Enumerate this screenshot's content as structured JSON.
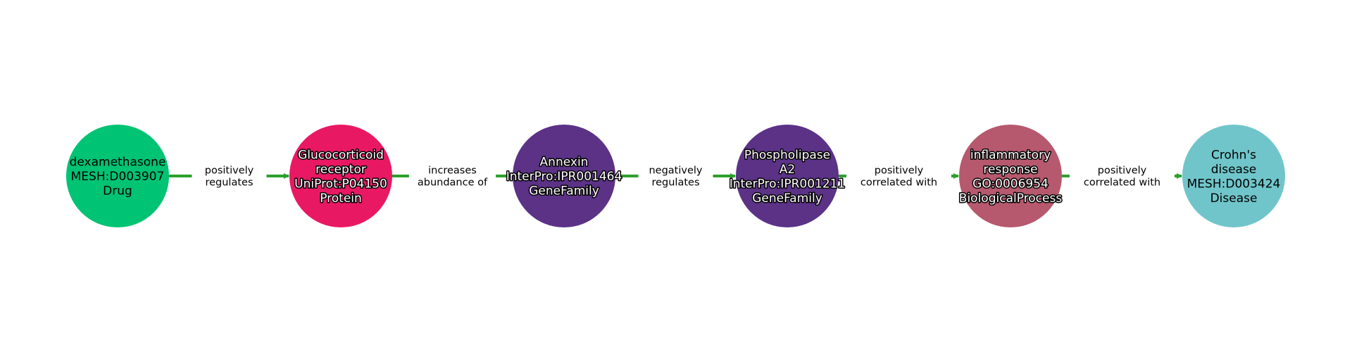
{
  "edge_color": "#2ca02c",
  "nodes": [
    {
      "lines": [
        "dexamethasone",
        "MESH:D003907",
        "Drug"
      ],
      "color": "#00c373",
      "text_style": "plain"
    },
    {
      "lines": [
        "Glucocorticoid",
        "receptor",
        "UniProt:P04150",
        "Protein"
      ],
      "color": "#e91863",
      "text_style": "outlined"
    },
    {
      "lines": [
        "Annexin",
        "InterPro:IPR001464",
        "GeneFamily"
      ],
      "color": "#5b3286",
      "text_style": "outlined"
    },
    {
      "lines": [
        "Phospholipase",
        "A2",
        "InterPro:IPR001211",
        "GeneFamily"
      ],
      "color": "#5b3286",
      "text_style": "outlined"
    },
    {
      "lines": [
        "inflammatory",
        "response",
        "GO:0006954",
        "BiologicalProcess"
      ],
      "color": "#b6596e",
      "text_style": "outlined"
    },
    {
      "lines": [
        "Crohn's",
        "disease",
        "MESH:D003424",
        "Disease"
      ],
      "color": "#70c5ca",
      "text_style": "plain"
    }
  ],
  "edges": [
    {
      "source": 0,
      "target": 1,
      "lines": [
        "positively",
        "regulates"
      ]
    },
    {
      "source": 1,
      "target": 2,
      "lines": [
        "increases",
        "abundance of"
      ]
    },
    {
      "source": 2,
      "target": 3,
      "lines": [
        "negatively",
        "regulates"
      ]
    },
    {
      "source": 3,
      "target": 4,
      "lines": [
        "positively",
        "correlated with"
      ]
    },
    {
      "source": 4,
      "target": 5,
      "lines": [
        "positively",
        "correlated with"
      ]
    }
  ]
}
